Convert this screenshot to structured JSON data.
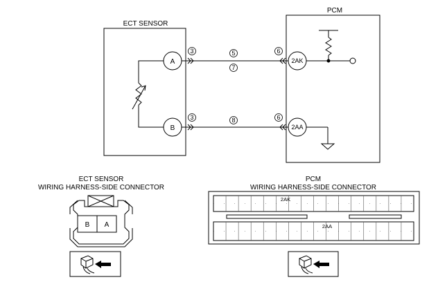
{
  "ect_sensor": {
    "title": "ECT SENSOR",
    "terminal_a": "A",
    "terminal_b": "B",
    "pin_a": "3",
    "pin_b": "3"
  },
  "pcm": {
    "title": "PCM",
    "terminal_2ak": "2AK",
    "terminal_2aa": "2AA",
    "pin_2ak": "6",
    "pin_2aa": "6"
  },
  "wires": {
    "upper_top": "5",
    "upper_bottom": "7",
    "lower": "8"
  },
  "ect_connector": {
    "title_line1": "ECT SENSOR",
    "title_line2": "WIRING HARNESS-SIDE CONNECTOR",
    "cell_b": "B",
    "cell_a": "A"
  },
  "pcm_connector": {
    "title_line1": "PCM",
    "title_line2": "WIRING HARNESS-SIDE CONNECTOR",
    "row_top_label": "2AK",
    "row_bottom_label": "2AA"
  }
}
